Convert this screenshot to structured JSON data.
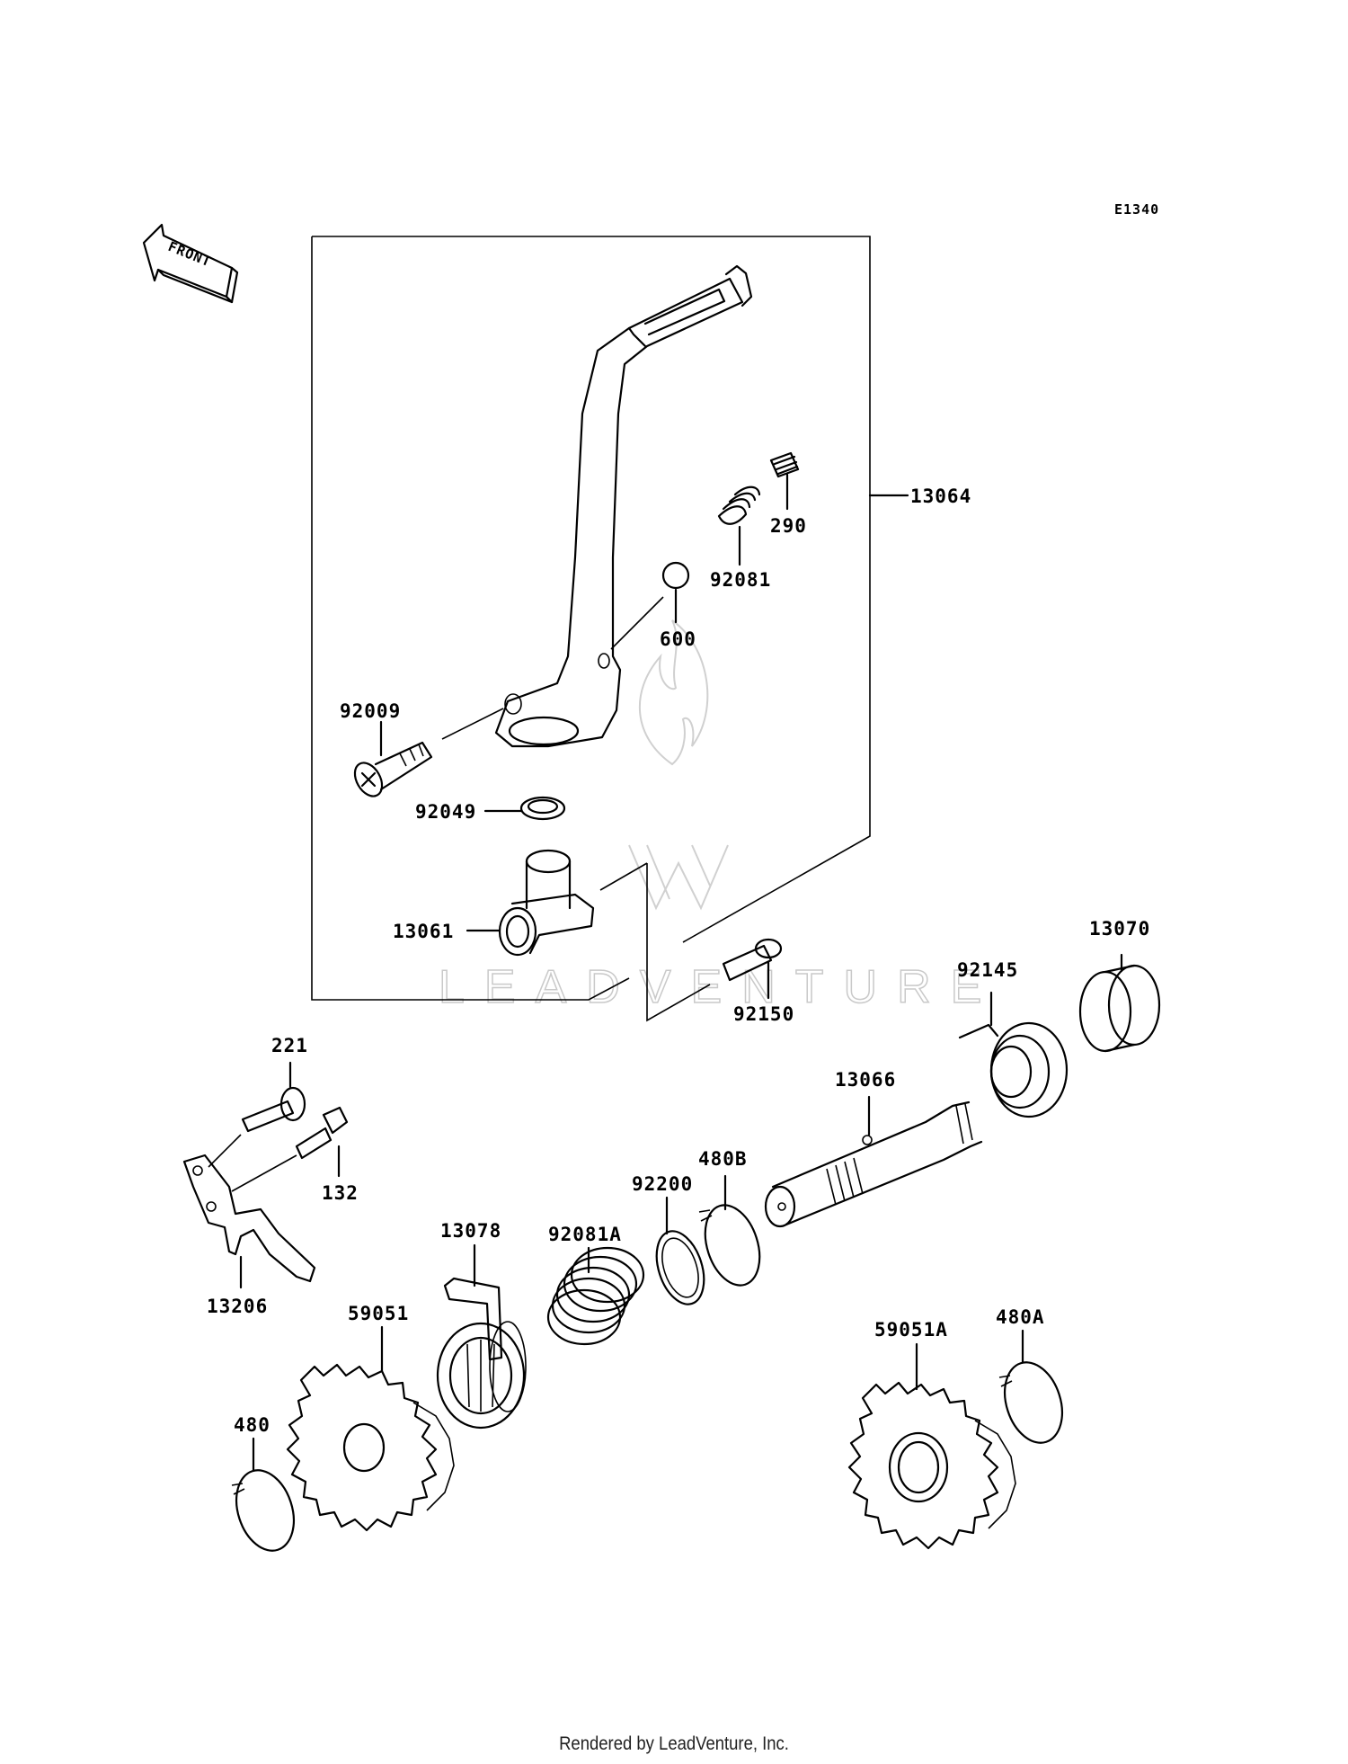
{
  "diagram": {
    "code": "E1340",
    "front_label": "FRONT",
    "watermark": "LEADVENTURE",
    "credit": "Rendered by LeadVenture, Inc."
  },
  "callouts": [
    {
      "id": "13064",
      "label": "13064"
    },
    {
      "id": "290",
      "label": "290"
    },
    {
      "id": "92081",
      "label": "92081"
    },
    {
      "id": "600",
      "label": "600"
    },
    {
      "id": "92009",
      "label": "92009"
    },
    {
      "id": "92049",
      "label": "92049"
    },
    {
      "id": "13061",
      "label": "13061"
    },
    {
      "id": "92150",
      "label": "92150"
    },
    {
      "id": "13070",
      "label": "13070"
    },
    {
      "id": "92145",
      "label": "92145"
    },
    {
      "id": "13066",
      "label": "13066"
    },
    {
      "id": "221",
      "label": "221"
    },
    {
      "id": "132",
      "label": "132"
    },
    {
      "id": "480B",
      "label": "480B"
    },
    {
      "id": "92200",
      "label": "92200"
    },
    {
      "id": "92081A",
      "label": "92081A"
    },
    {
      "id": "13078",
      "label": "13078"
    },
    {
      "id": "13206",
      "label": "13206"
    },
    {
      "id": "59051",
      "label": "59051"
    },
    {
      "id": "59051A",
      "label": "59051A"
    },
    {
      "id": "480A",
      "label": "480A"
    },
    {
      "id": "480",
      "label": "480"
    }
  ]
}
